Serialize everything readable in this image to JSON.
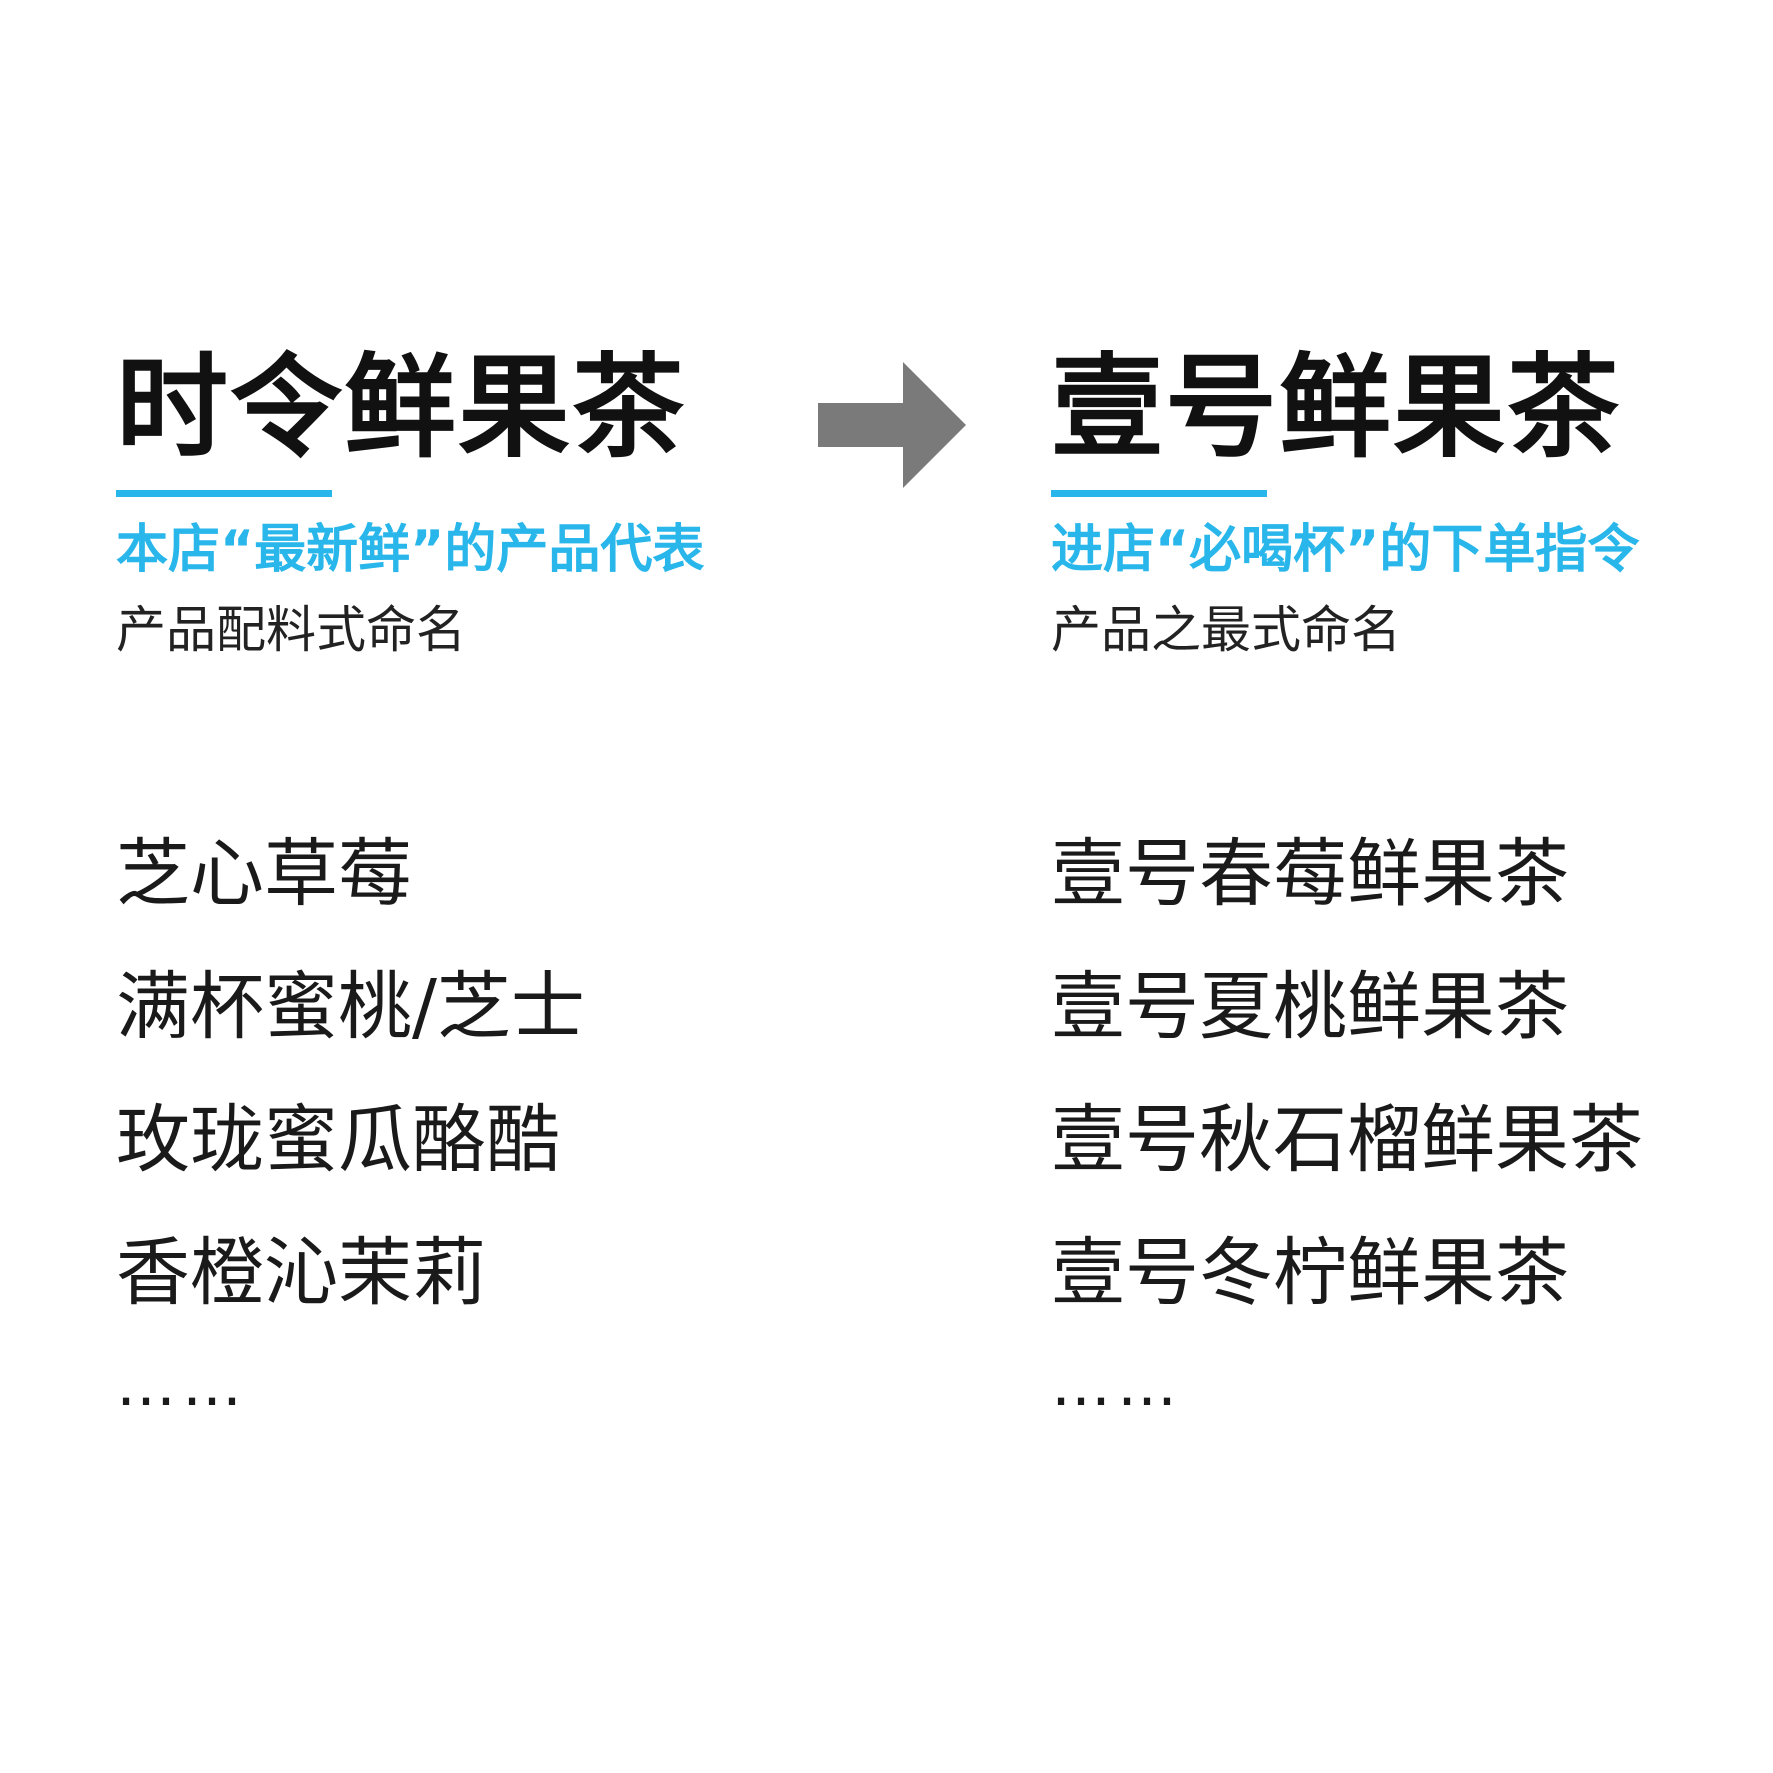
{
  "left": {
    "title": "时令鲜果茶",
    "tagline": "本店“最新鲜”的产品代表",
    "naming": "产品配料式命名",
    "items": [
      "芝心草莓",
      "满杯蜜桃/芝士",
      "玫珑蜜瓜酪酷",
      "香橙沁茉莉"
    ],
    "ellipsis": "……"
  },
  "right": {
    "title": "壹号鲜果茶",
    "tagline": "进店“必喝杯”的下单指令",
    "naming": "产品之最式命名",
    "items": [
      "壹号春莓鲜果茶",
      "壹号夏桃鲜果茶",
      "壹号秋石榴鲜果茶",
      "壹号冬柠鲜果茶"
    ],
    "ellipsis": "……"
  },
  "arrow_icon": "arrow-right-icon",
  "colors": {
    "accent": "#29b6ea",
    "title": "#111111",
    "arrow": "#7a7a7a",
    "background": "#ffffff"
  }
}
